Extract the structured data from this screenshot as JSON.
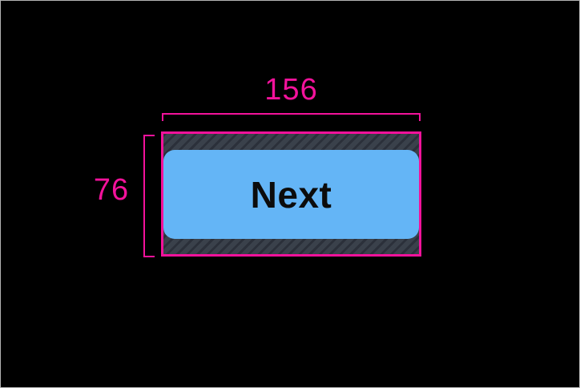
{
  "canvas": {
    "background": "#000000",
    "border_color": "#b3b3b3"
  },
  "measurements": {
    "width_label": "156",
    "height_label": "76"
  },
  "button": {
    "label": "Next"
  },
  "colors": {
    "measure_pink": "#f3129b",
    "button_blue": "#64b5f6",
    "button_text": "#0c0c0c",
    "padding_bg": "#3a414b",
    "padding_stripe": "#2b303a",
    "canvas_bg": "#000000",
    "canvas_border": "#b3b3b3"
  }
}
